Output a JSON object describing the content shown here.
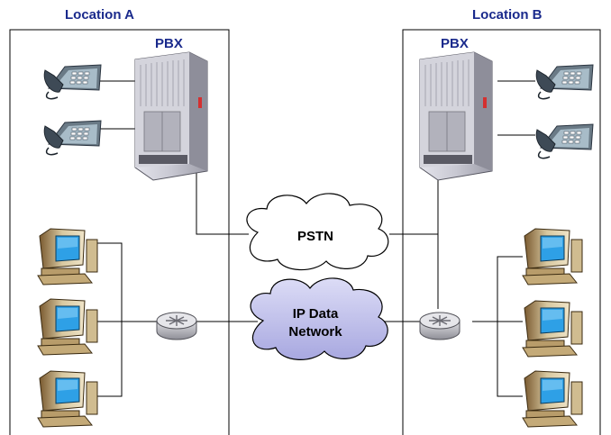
{
  "locations": {
    "a": {
      "title": "Location A",
      "pbx_label": "PBX"
    },
    "b": {
      "title": "Location B",
      "pbx_label": "PBX"
    }
  },
  "networks": {
    "pstn": {
      "label": "PSTN"
    },
    "ip": {
      "line1": "IP Data",
      "line2": "Network"
    }
  },
  "colors": {
    "label_text": "#1a2a8c",
    "pstn_cloud": "#ffffff",
    "ip_cloud": "#c9c9ee",
    "monitor_body": "#d8c8a0",
    "monitor_screen": "#2ea0e6",
    "pbx_body": "#c8c8d2",
    "router": "#b8b8c0"
  }
}
